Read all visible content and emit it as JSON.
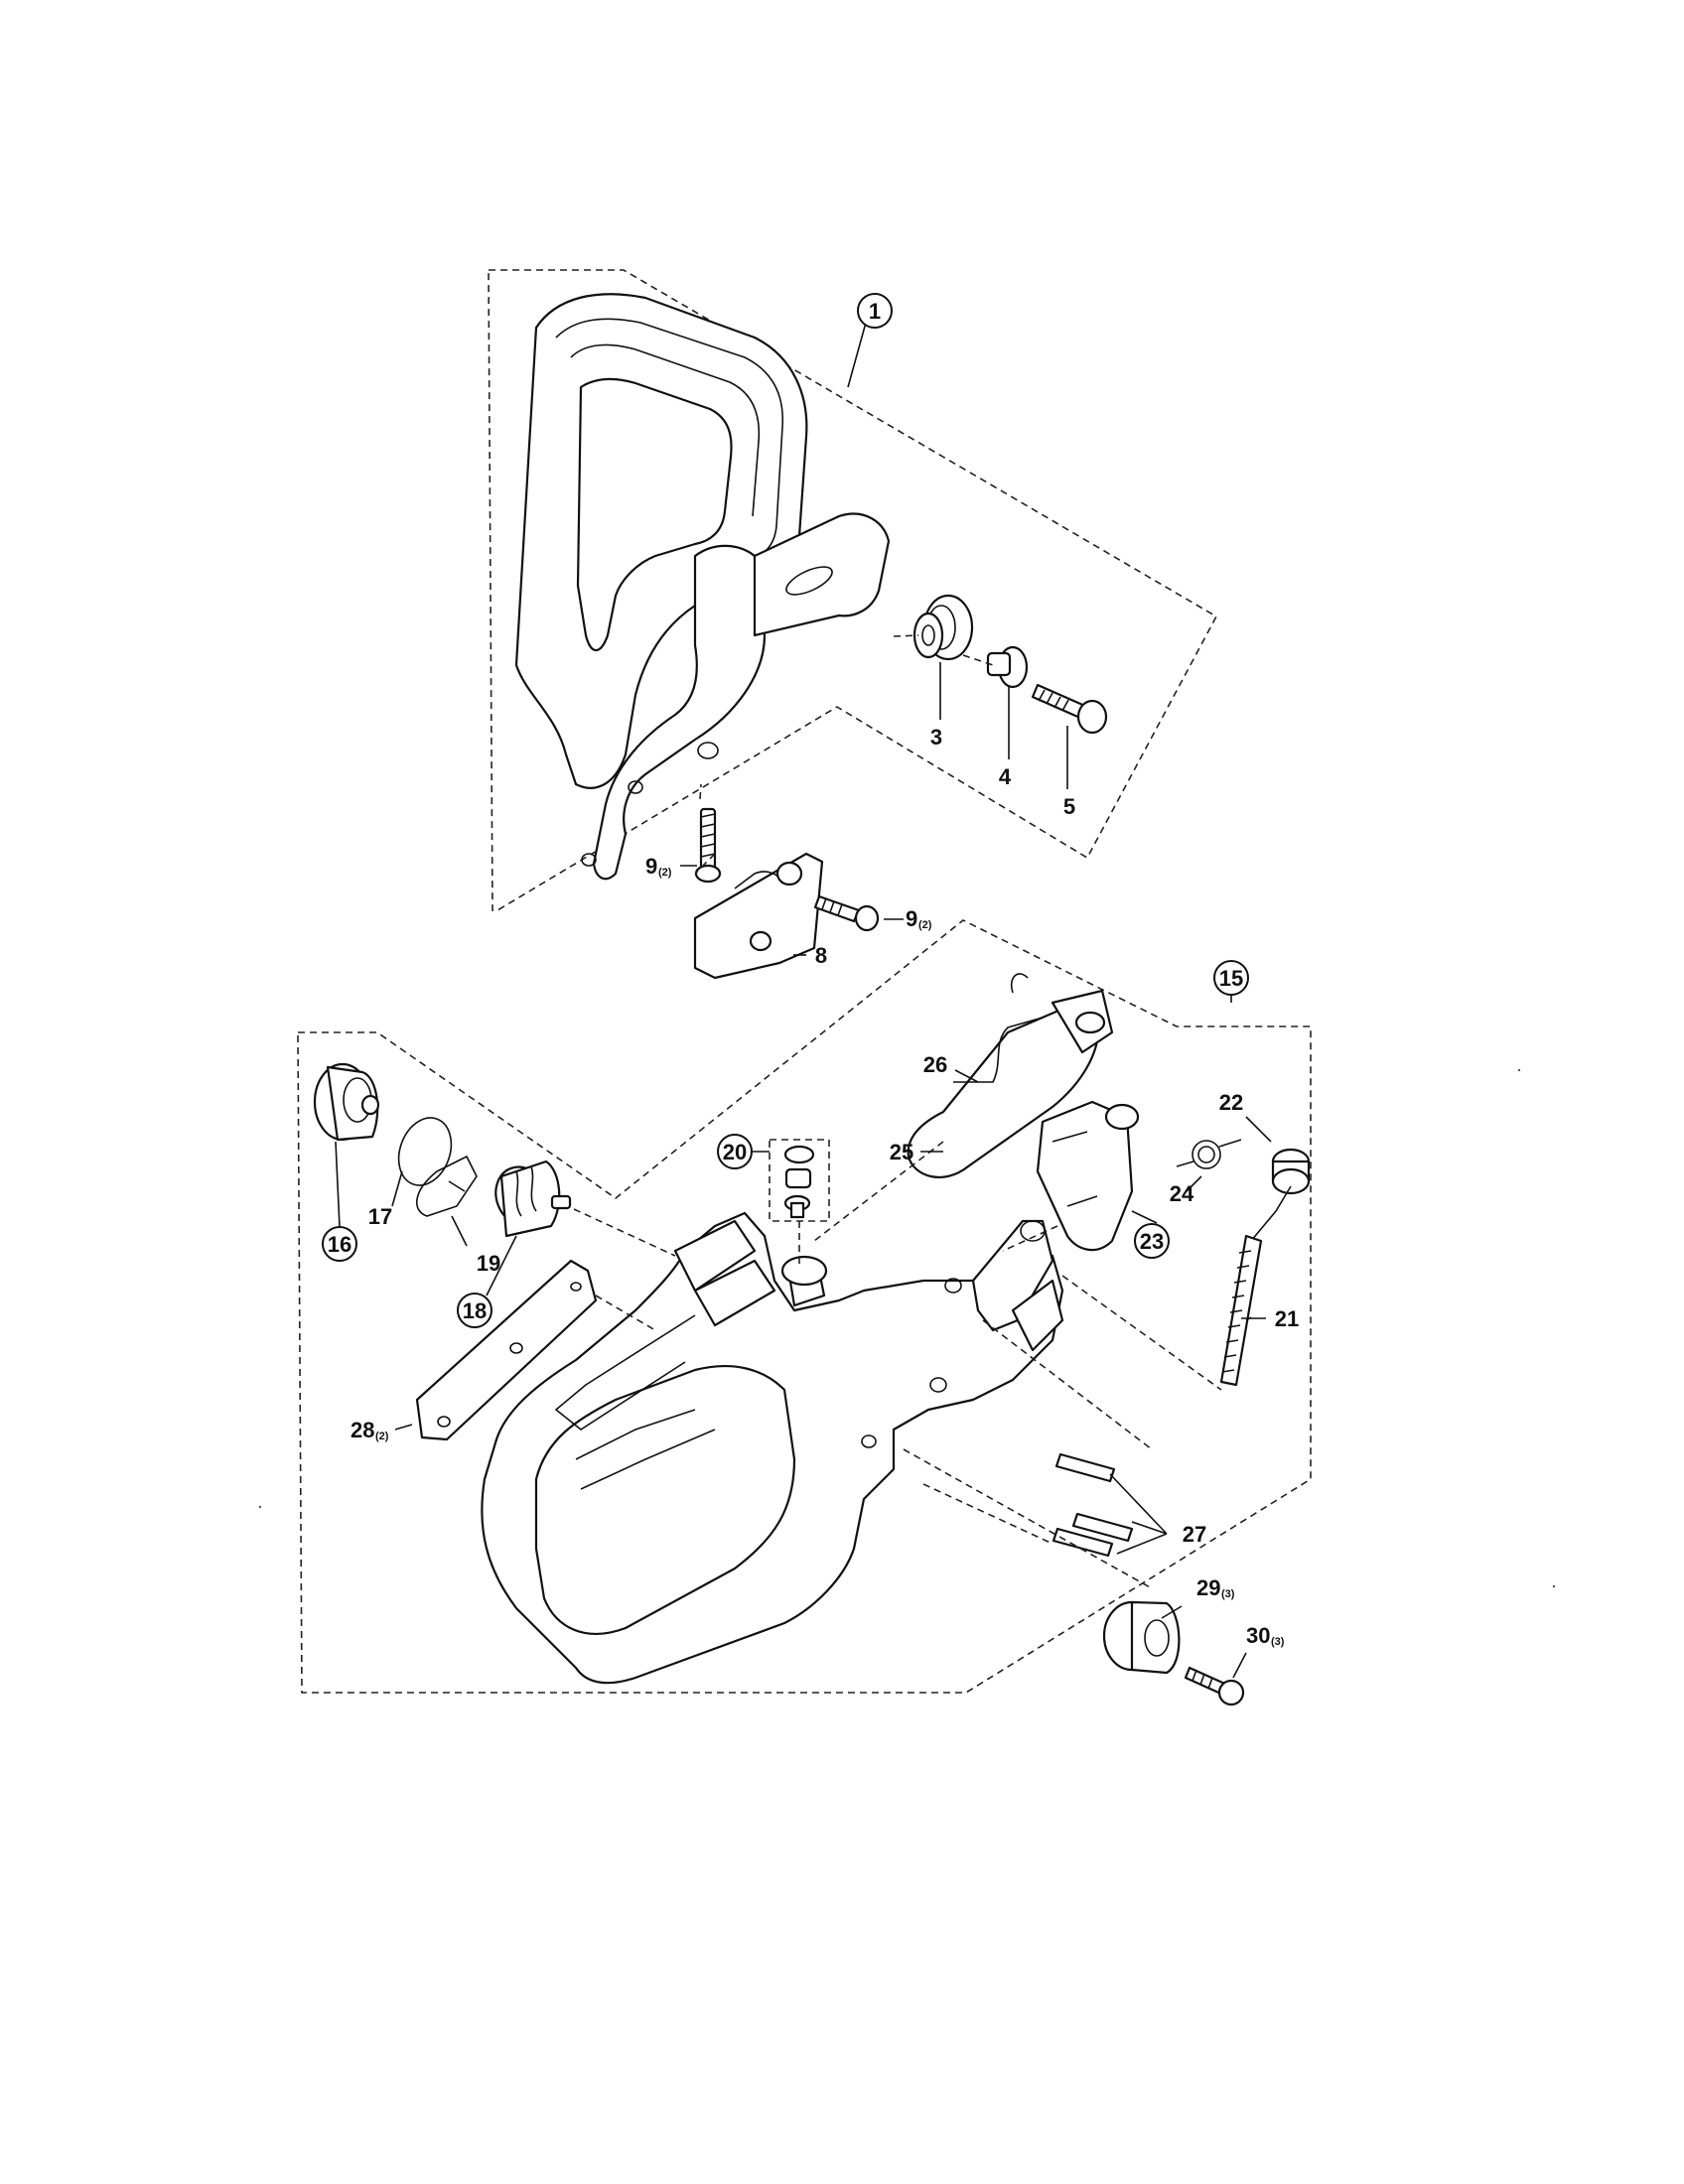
{
  "title": "",
  "callouts": {
    "c1": "1",
    "c3": "3",
    "c4": "4",
    "c5": "5",
    "c8": "8",
    "c9a": "9",
    "c9a_qty": "(2)",
    "c9b": "9",
    "c9b_qty": "(2)",
    "c15": "15",
    "c16": "16",
    "c17": "17",
    "c18": "18",
    "c19": "19",
    "c20": "20",
    "c21": "21",
    "c22": "22",
    "c23": "23",
    "c24": "24",
    "c25": "25",
    "c26": "26",
    "c27": "27",
    "c28": "28",
    "c28_qty": "(2)",
    "c29": "29",
    "c29_qty": "(3)",
    "c30": "30",
    "c30_qty": "(3)"
  }
}
